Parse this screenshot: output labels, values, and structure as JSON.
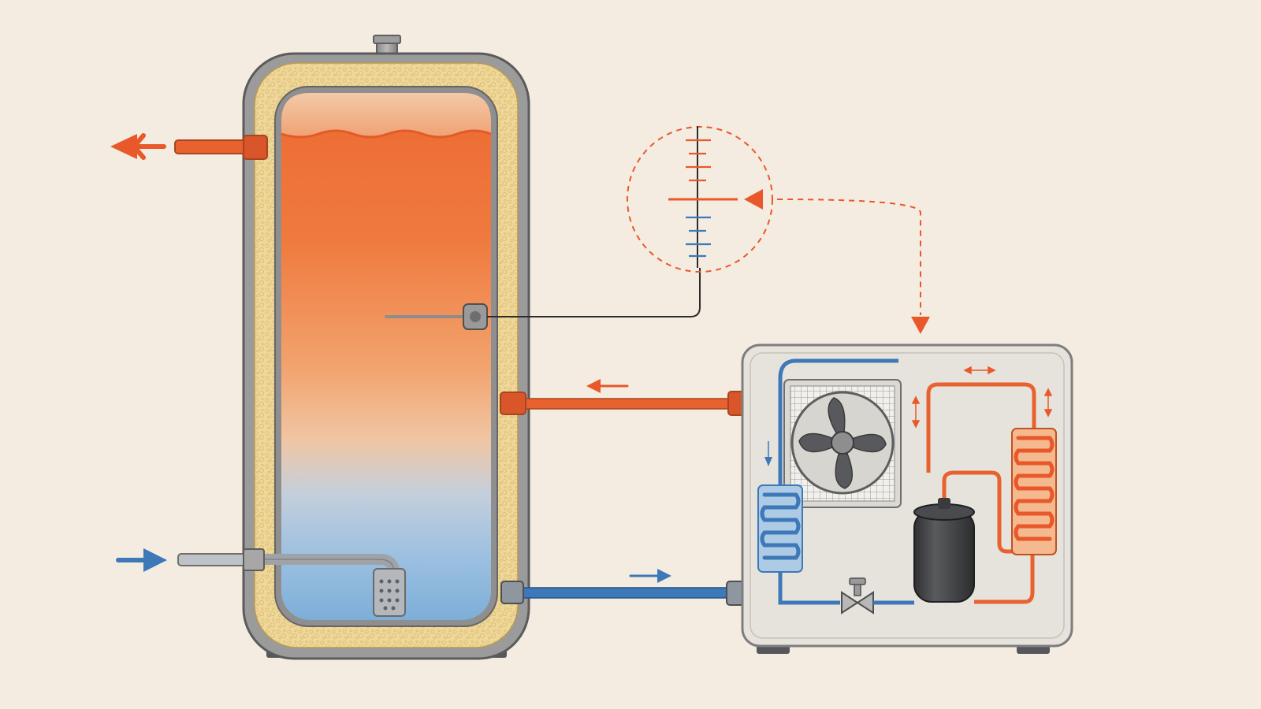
{
  "diagram": {
    "subject": "heat-pump-water-heater-schematic",
    "labels": [],
    "colors": {
      "background": "#f4ece0",
      "hot": "#e8582a",
      "cold": "#3d78b8",
      "insulation": "#ecd393",
      "shell": "#6f6f6f",
      "unit_casing": "#e6e3dd",
      "compressor": "#3e3f41"
    },
    "components": [
      "storage-tank",
      "foam-insulation",
      "hot-water-outlet",
      "cold-water-inlet",
      "diffuser",
      "temperature-sensor",
      "thermostat-gauge",
      "control-signal-line",
      "heat-pump-unit",
      "fan",
      "evaporator-coil",
      "condenser-coil",
      "compressor",
      "expansion-valve",
      "flow-pipe",
      "return-pipe"
    ],
    "flow_directions": {
      "hot_outlet": "left",
      "cold_inlet": "right",
      "flow_pipe_to_tank": "left",
      "return_pipe_to_unit": "right",
      "control_signal": "gauge-to-unit"
    },
    "gauge_indicator": "middle"
  }
}
